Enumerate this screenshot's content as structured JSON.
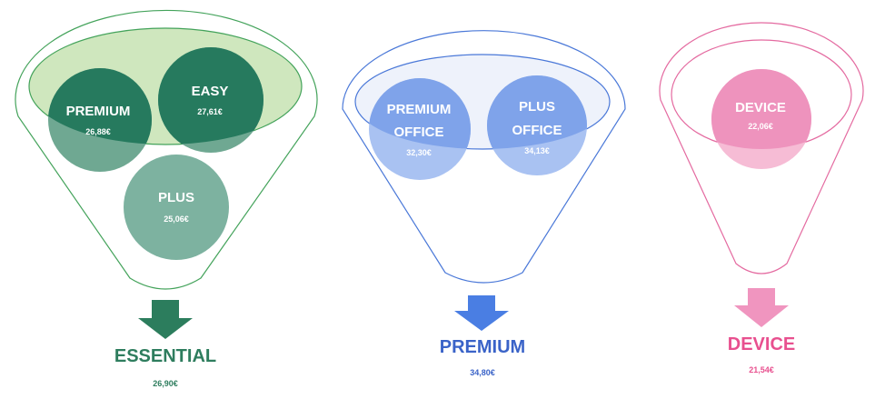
{
  "funnels": [
    {
      "color": "#2E8B66",
      "dark": "#267A5E",
      "mid": "#6FA892",
      "light": "#7DB2A0",
      "rim_fill": "#CFE7BE",
      "balls": [
        {
          "name": "PREMIUM",
          "price": "26,88€"
        },
        {
          "name": "EASY",
          "price": "27,61€"
        },
        {
          "name": "PLUS",
          "price": "25,06€"
        }
      ],
      "result": {
        "title": "ESSENTIAL",
        "price": "26,90€",
        "title_color": "#2E7D5E",
        "price_color": "#2E7D5E"
      }
    },
    {
      "color": "#4A78D8",
      "dark": "#7FA3EA",
      "mid": "#A9C2F2",
      "light": "#A9C2F2",
      "rim_fill": "#EEF2FB",
      "balls": [
        {
          "name_lines": [
            "PREMIUM",
            "OFFICE"
          ],
          "price": "32,30€"
        },
        {
          "name_lines": [
            "PLUS",
            "OFFICE"
          ],
          "price": "34,13€"
        }
      ],
      "result": {
        "title": "PREMIUM",
        "price": "34,80€",
        "title_color": "#3A63C8",
        "price_color": "#3A63C8"
      }
    },
    {
      "color": "#E46AA0",
      "dark": "#EE93BD",
      "mid": "#F6BCD5",
      "light": "#F6BCD5",
      "rim_fill": "#FFFFFF",
      "balls": [
        {
          "name": "DEVICE",
          "price": "22,06€"
        }
      ],
      "result": {
        "title": "DEVICE",
        "price": "21,54€",
        "title_color": "#E8508F",
        "price_color": "#E8508F"
      }
    }
  ]
}
